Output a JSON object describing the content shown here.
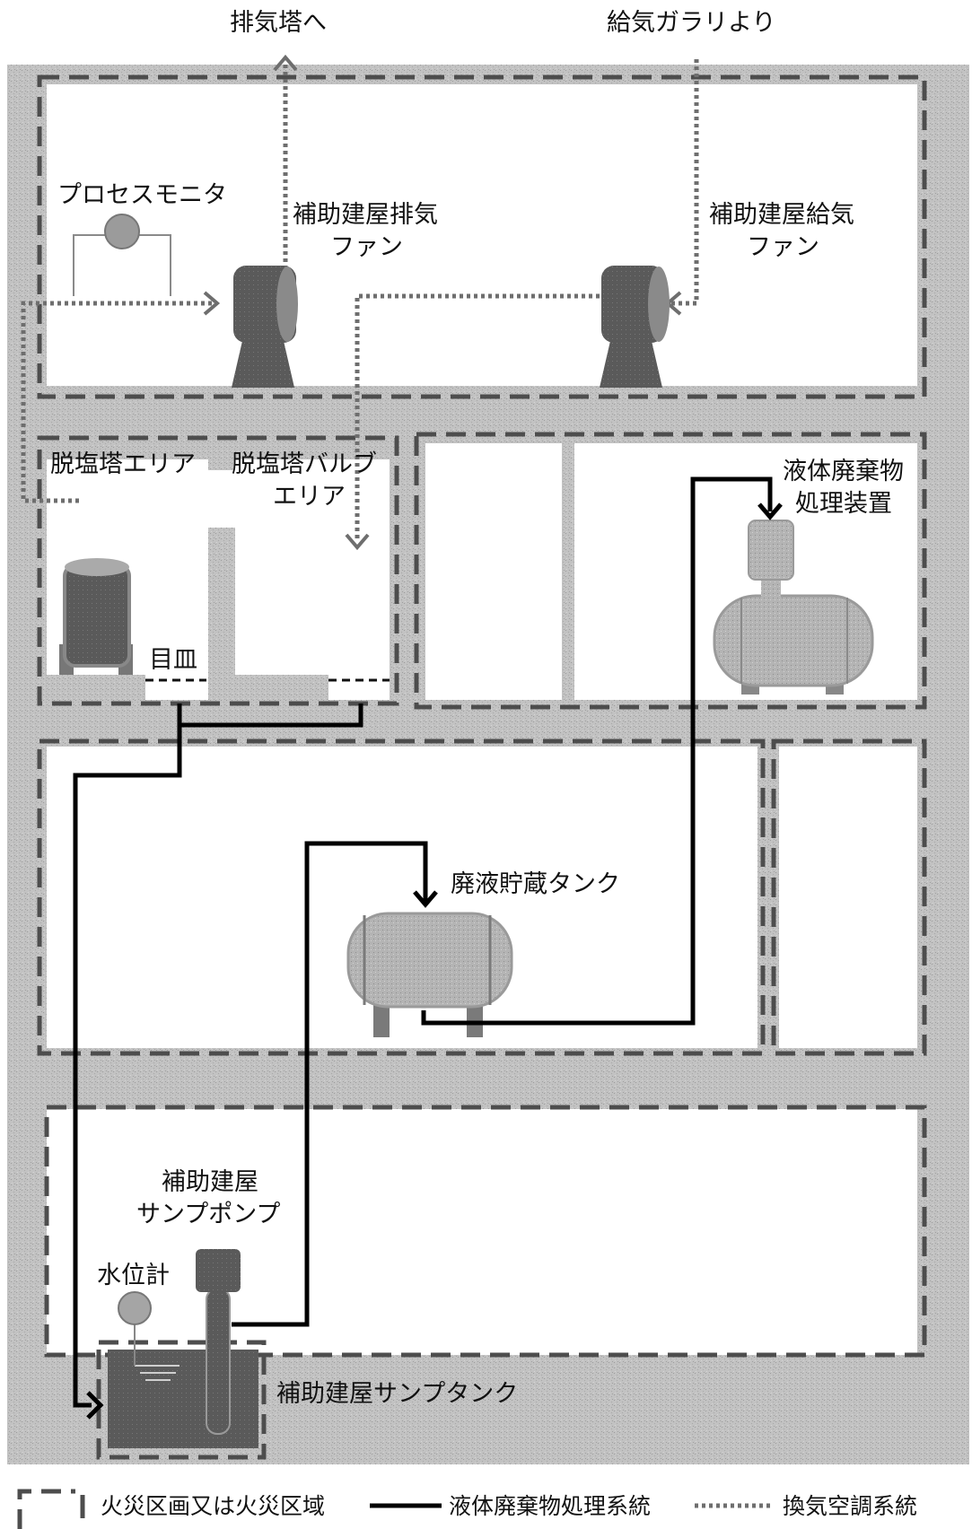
{
  "labels": {
    "to_exhaust_stack": "排気塔へ",
    "from_supply_gallery": "給気ガラリより",
    "process_monitor": "プロセスモニタ",
    "aux_exhaust_fan_l1": "補助建屋排気",
    "aux_exhaust_fan_l2": "ファン",
    "aux_supply_fan_l1": "補助建屋給気",
    "aux_supply_fan_l2": "ファン",
    "demin_area": "脱塩塔エリア",
    "demin_valve_area_l1": "脱塩塔バルブ",
    "demin_valve_area_l2": "エリア",
    "liquid_waste_l1": "液体廃棄物",
    "liquid_waste_l2": "処理装置",
    "drain_pan": "目皿",
    "waste_tank": "廃液貯蔵タンク",
    "sump_pump_l1": "補助建屋",
    "sump_pump_l2": "サンプポンプ",
    "level_gauge": "水位計",
    "sump_tank": "補助建屋サンプタンク"
  },
  "legend": {
    "fire_area": "火災区画又は火災区域",
    "liquid_system": "液体廃棄物処理系統",
    "hvac_system": "換気空調系統"
  },
  "colors": {
    "wall_gray": "#bdbdbd",
    "dashed_border": "#4d4d4d",
    "equipment_dark": "#5f5f5f",
    "tank_light": "#bababa",
    "pipe": "#000000",
    "hvac_dotted": "#6e6e6e"
  }
}
